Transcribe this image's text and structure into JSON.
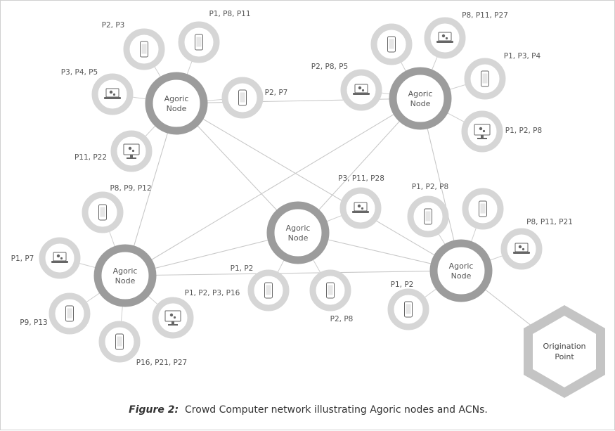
{
  "hubs": [
    {
      "id": "h1",
      "label": [
        "Agoric",
        "Node"
      ]
    },
    {
      "id": "h2",
      "label": [
        "Agoric",
        "Node"
      ]
    },
    {
      "id": "h3",
      "label": [
        "Agoric",
        "Node"
      ]
    },
    {
      "id": "h4",
      "label": [
        "Agoric",
        "Node"
      ]
    },
    {
      "id": "h5",
      "label": [
        "Agoric",
        "Node"
      ]
    }
  ],
  "origin": {
    "label": [
      "Origination",
      "Point"
    ]
  },
  "peers": [
    {
      "id": "a1",
      "label": "P2, P3",
      "device": "phone",
      "hub": "h1"
    },
    {
      "id": "a2",
      "label": "P1, P8, P11",
      "device": "phone",
      "hub": "h1"
    },
    {
      "id": "a3",
      "label": "P3, P4, P5",
      "device": "laptop",
      "hub": "h1"
    },
    {
      "id": "a4",
      "label": "P2, P7",
      "device": "phone",
      "hub": "h1"
    },
    {
      "id": "a5",
      "label": "P11, P22",
      "device": "monitor",
      "hub": "h1"
    },
    {
      "id": "b1",
      "label": "",
      "device": "phone",
      "hub": "h2"
    },
    {
      "id": "b2",
      "label": "P8, P11, P27",
      "device": "laptop",
      "hub": "h2"
    },
    {
      "id": "b3",
      "label": "P2, P8, P5",
      "device": "laptop",
      "hub": "h2"
    },
    {
      "id": "b4",
      "label": "P1, P3, P4",
      "device": "phone",
      "hub": "h2"
    },
    {
      "id": "b5",
      "label": "P1, P2, P8",
      "device": "monitor",
      "hub": "h2"
    },
    {
      "id": "c1",
      "label": "P8, P9, P12",
      "device": "phone",
      "hub": "h3"
    },
    {
      "id": "c2",
      "label": "P1, P7",
      "device": "laptop",
      "hub": "h3"
    },
    {
      "id": "c3",
      "label": "P9, P13",
      "device": "phone",
      "hub": "h3"
    },
    {
      "id": "c4",
      "label": "P16, P21, P27",
      "device": "phone",
      "hub": "h3"
    },
    {
      "id": "c5",
      "label": "P1, P2, P3, P16",
      "device": "monitor",
      "hub": "h3"
    },
    {
      "id": "d1",
      "label": "P3, P11, P28",
      "device": "laptop",
      "hub": "h4"
    },
    {
      "id": "d2",
      "label": "P1, P2",
      "device": "phone",
      "hub": "h4"
    },
    {
      "id": "d3",
      "label": "P2, P8",
      "device": "phone",
      "hub": "h4"
    },
    {
      "id": "e1",
      "label": "P1, P2, P8",
      "device": "phone",
      "hub": "h5"
    },
    {
      "id": "e2",
      "label": "",
      "device": "phone",
      "hub": "h5"
    },
    {
      "id": "e3",
      "label": "P8, P11, P21",
      "device": "laptop",
      "hub": "h5"
    },
    {
      "id": "e4",
      "label": "P1, P2",
      "device": "phone",
      "hub": "h5"
    }
  ],
  "links": [
    [
      "h1",
      "h2"
    ],
    [
      "h1",
      "h3"
    ],
    [
      "h1",
      "h4"
    ],
    [
      "h1",
      "h5"
    ],
    [
      "h2",
      "h3"
    ],
    [
      "h2",
      "h4"
    ],
    [
      "h2",
      "h5"
    ],
    [
      "h3",
      "h4"
    ],
    [
      "h3",
      "h5"
    ],
    [
      "h4",
      "h5"
    ],
    [
      "h5",
      "origin"
    ]
  ],
  "caption": {
    "figure": "Figure 2:",
    "text": "Crowd Computer network illustrating Agoric nodes and ACNs."
  }
}
